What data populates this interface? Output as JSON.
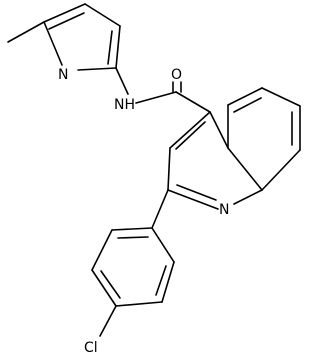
{
  "molecule": {
    "atom_labels": {
      "pyridine_n": "N",
      "amide_nh": "NH",
      "carbonyl_o": "O",
      "quinoline_n": "N",
      "chlorine": "Cl"
    }
  }
}
